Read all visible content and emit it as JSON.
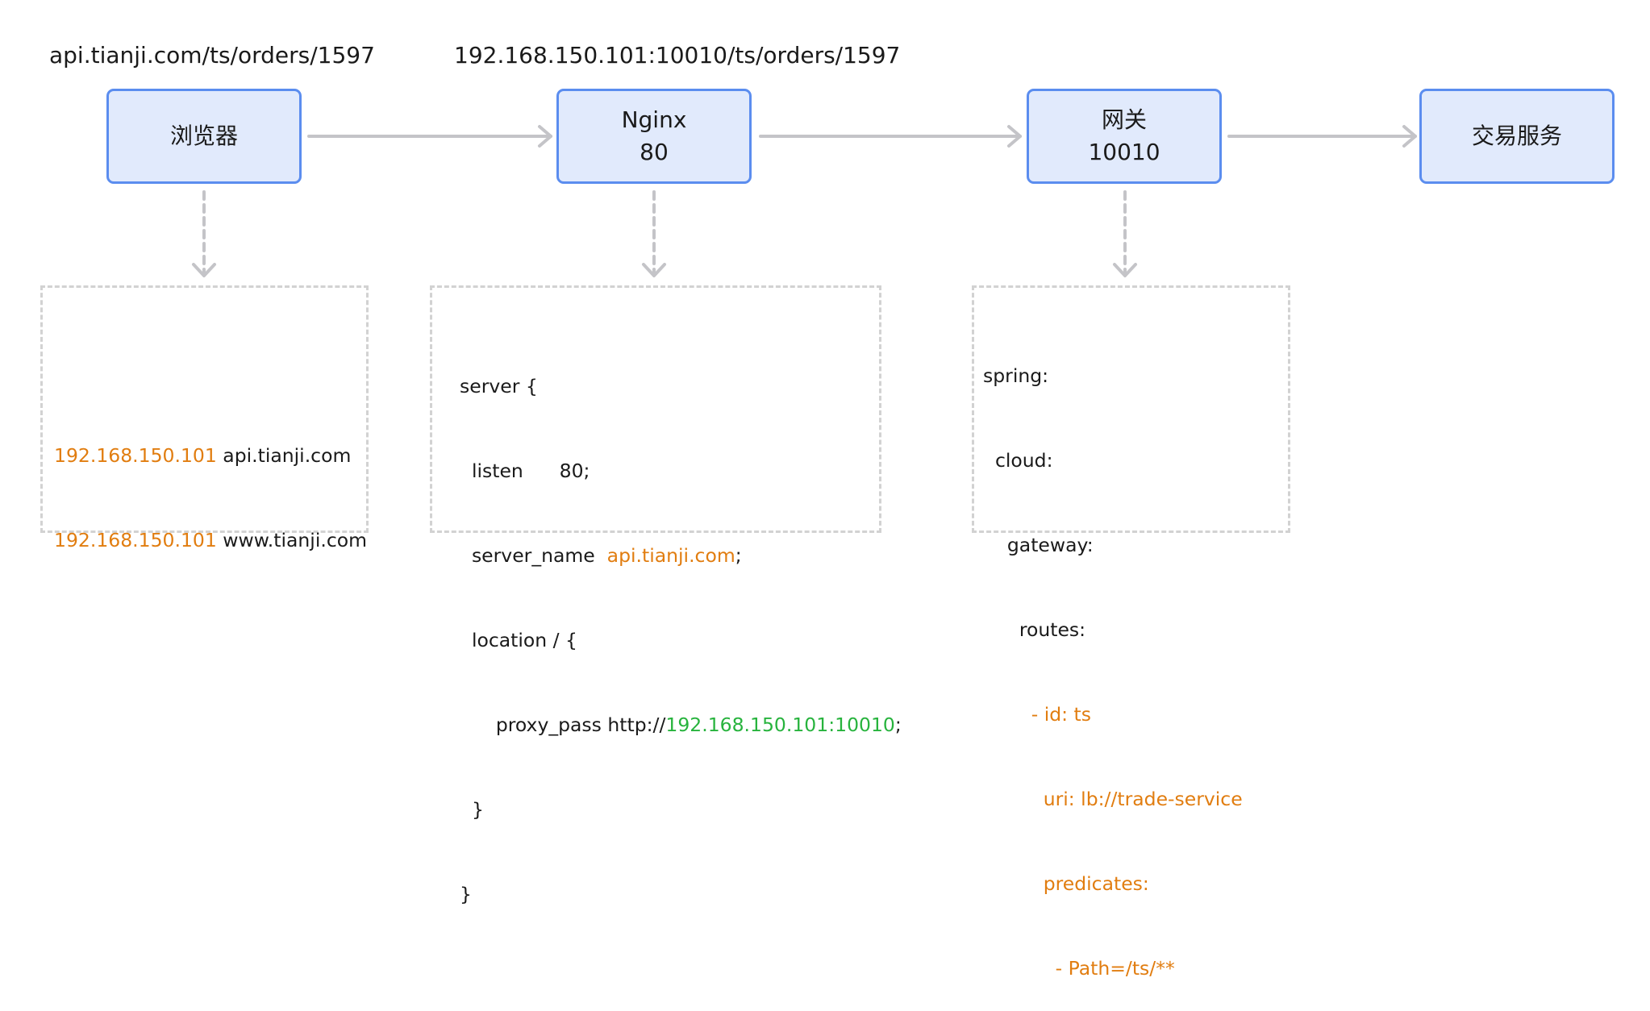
{
  "urls": {
    "browser_url": "api.tianji.com/ts/orders/1597",
    "nginx_url": "192.168.150.101:10010/ts/orders/1597"
  },
  "nodes": {
    "browser": {
      "label": "浏览器"
    },
    "nginx": {
      "title": "Nginx",
      "port": "80"
    },
    "gateway": {
      "title": "网关",
      "port": "10010"
    },
    "trade": {
      "label": "交易服务"
    }
  },
  "hosts": {
    "line1_ip": "192.168.150.101",
    "line1_host": " api.tianji.com",
    "line2_ip": "192.168.150.101",
    "line2_host": " www.tianji.com"
  },
  "nginx_config": {
    "l1": "server {",
    "l2": "  listen      80;",
    "l3_key": "  server_name  ",
    "l3_val": "api.tianji.com",
    "l3_end": ";",
    "l4": "  location / {",
    "l5_key": "      proxy_pass http://",
    "l5_val": "192.168.150.101:10010",
    "l5_end": ";",
    "l6": "  }",
    "l7": "}"
  },
  "gateway_config": {
    "l1": "spring:",
    "l2": "  cloud:",
    "l3": "    gateway:",
    "l4": "      routes:",
    "l5": "        - id: ts",
    "l6": "          uri: lb://trade-service",
    "l7": "          predicates:",
    "l8": "            - Path=/ts/**"
  },
  "colors": {
    "node_fill": "#e1eafc",
    "node_border": "#5b8def",
    "arrow": "#c4c4c8",
    "highlight_orange": "#e17d10",
    "highlight_green": "#27b33d",
    "dashed_border": "#d2d2d2"
  }
}
